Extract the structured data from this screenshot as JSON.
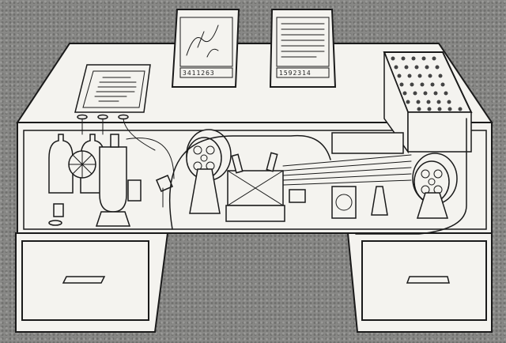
{
  "scene": {
    "title": "Memex desk illustration",
    "style": "vintage line drawing on grey halftone background",
    "colors": {
      "background": "#888886",
      "desk": "#f4f3ef",
      "ink": "#1a1a1a"
    }
  },
  "screens": [
    {
      "id": "left-screen",
      "content": "illustrated picture page",
      "counter": "3411263"
    },
    {
      "id": "right-screen",
      "content": "text page",
      "counter": "1592314"
    }
  ],
  "keyboard": {
    "keys_visible": 35
  },
  "drawers": [
    {
      "id": "left-drawer"
    },
    {
      "id": "right-drawer"
    }
  ]
}
